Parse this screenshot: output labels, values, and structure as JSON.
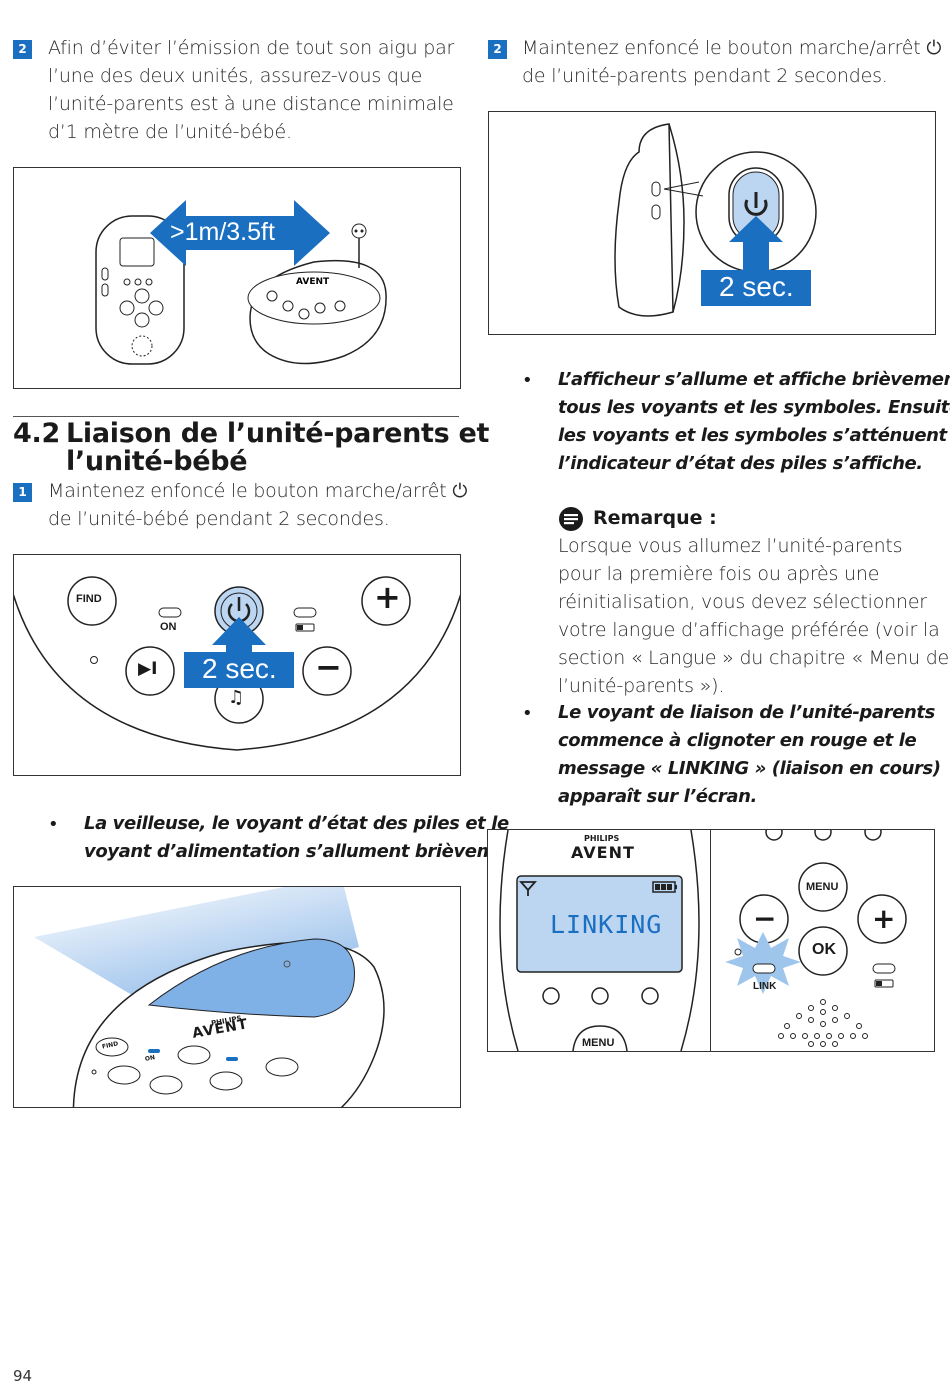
{
  "left": {
    "step2": {
      "number": "2",
      "lines": [
        "Afin d’éviter l’émission de tout son aigu par",
        "l’une des deux unités, assurez-vous que",
        "l’unité-parents est à une distance minimale",
        "d’1 mètre de l’unité-bébé."
      ]
    },
    "figure1": {
      "distance_label": ">1m/3.5ft",
      "brand_small": "AVENT"
    },
    "section": {
      "number": "4.2",
      "title_lines": [
        "Liaison de l’unité-parents et",
        "l’unité-bébé"
      ]
    },
    "step1": {
      "number": "1",
      "lines": [
        "Maintenez enfoncé le bouton marche/arrêt",
        "de l’unité-bébé pendant 2 secondes."
      ],
      "power_symbol": "⏻"
    },
    "figure2": {
      "find_label": "FIND",
      "on_label": "ON",
      "plus_label": "+",
      "minus_label": "−",
      "play_label": "▶I",
      "note_label": "♫",
      "press_label": "2 sec."
    },
    "bullet": {
      "dot": "•",
      "lines": [
        "La veilleuse, le voyant d’état des piles et le",
        "voyant d’alimentation s’allument brièvement."
      ]
    },
    "figure3": {
      "brand_top": "PHILIPS",
      "brand": "AVENT",
      "find_label": "FIND",
      "on_label": "ON"
    }
  },
  "right": {
    "step2": {
      "number": "2",
      "lines": [
        "Maintenez enfoncé le bouton marche/arrêt",
        "de l’unité-parents pendant 2 secondes."
      ],
      "power_symbol": "⏻"
    },
    "figure4": {
      "press_label": "2 sec."
    },
    "bullet1": {
      "dot": "•",
      "lines": [
        "L’afficheur s’allume et affiche brièvement",
        "tous les voyants et les symboles. Ensuite,",
        "les voyants et les symboles s’atténuent et",
        "l’indicateur d’état des piles s’affiche."
      ]
    },
    "note": {
      "title": "Remarque :",
      "lines": [
        "Lorsque vous allumez l’unité-parents",
        "pour la première fois ou après une",
        "réinitialisation, vous devez sélectionner",
        "votre langue d’affichage préférée (voir la",
        "section « Langue » du chapitre « Menu de",
        "l’unité-parents »)."
      ]
    },
    "bullet2": {
      "dot": "•",
      "lines": [
        "Le voyant de liaison de l’unité-parents",
        "commence à clignoter en rouge et le",
        "message « LINKING » (liaison en cours)",
        "apparaît sur l’écran."
      ]
    },
    "figure5": {
      "brand_top": "PHILIPS",
      "brand": "AVENT",
      "screen_text": "LINKING",
      "menu_label": "MENU",
      "menu_bottom_label": "MENU",
      "ok_label": "OK",
      "plus_label": "+",
      "minus_label": "−",
      "link_label": "LINK"
    }
  },
  "footer": {
    "page_number": "94"
  },
  "colors": {
    "accent": "#1a6fc1",
    "arrow_blue": "#1a6fc1",
    "light_blue": "#9ec5ec"
  }
}
